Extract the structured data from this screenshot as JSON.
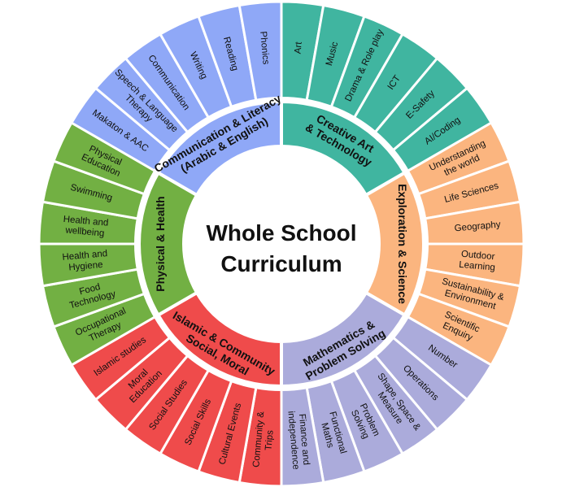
{
  "center": {
    "line1": "Whole School",
    "line2": "Curriculum"
  },
  "domains": [
    {
      "id": "creative",
      "name": [
        "Creative Art",
        "& Technology"
      ],
      "color": "#40B5A0",
      "items": [
        [
          "Art"
        ],
        [
          "Music"
        ],
        [
          "Drama & Role play"
        ],
        [
          "ICT"
        ],
        [
          "E-Safety"
        ],
        [
          "AI/Coding"
        ]
      ]
    },
    {
      "id": "exploration",
      "name": [
        "Exploration & Science"
      ],
      "color": "#FBB57F",
      "items": [
        [
          "Understanding",
          "the world"
        ],
        [
          "Life Sciences"
        ],
        [
          "Geography"
        ],
        [
          "Outdoor",
          "Learning"
        ],
        [
          "Sustainability &",
          "Environment"
        ],
        [
          "Scientific",
          "Enquiry"
        ]
      ]
    },
    {
      "id": "mathematics",
      "name": [
        "Mathematics &",
        "Problem Solving"
      ],
      "color": "#ABABDB",
      "items": [
        [
          "Number"
        ],
        [
          "Operations"
        ],
        [
          "Shape, Space &",
          "Measure"
        ],
        [
          "Problem",
          "Solving"
        ],
        [
          "Functional",
          "Maths"
        ],
        [
          "Finance and",
          "independence"
        ]
      ]
    },
    {
      "id": "social",
      "name": [
        "Islamic & Community",
        "Social, Moral"
      ],
      "color": "#EF4B4B",
      "items": [
        [
          "Community &",
          "Trips"
        ],
        [
          "Cultural Events"
        ],
        [
          "Social Skills"
        ],
        [
          "Social Studies"
        ],
        [
          "Moral",
          "Education"
        ],
        [
          "Islamic studies"
        ]
      ]
    },
    {
      "id": "physical",
      "name": [
        "Physical & Health"
      ],
      "color": "#72B043",
      "items": [
        [
          "Occupational",
          "Therapy"
        ],
        [
          "Food",
          "Technology"
        ],
        [
          "Health and",
          "Hygiene"
        ],
        [
          "Health and",
          "wellbeing"
        ],
        [
          "Swimming"
        ],
        [
          "Physical",
          "Education"
        ]
      ]
    },
    {
      "id": "communication",
      "name": [
        "Communication & Literacy",
        "(Arabic & English)"
      ],
      "color": "#8FA8F7",
      "items": [
        [
          "Makaton & AAC"
        ],
        [
          "Speech & Language",
          "Therapy"
        ],
        [
          "Communication"
        ],
        [
          "Writing"
        ],
        [
          "Reading"
        ],
        [
          "Phonics"
        ]
      ]
    }
  ]
}
